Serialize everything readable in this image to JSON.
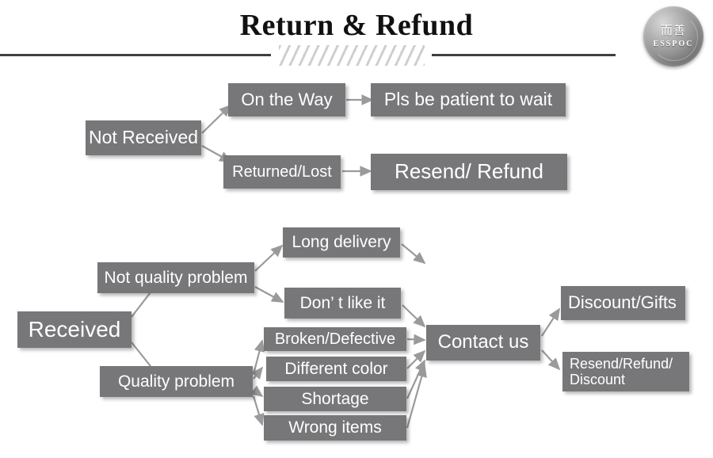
{
  "header": {
    "title": "Return & Refund",
    "logo_cn": "而善",
    "logo_en": "ESSPOC"
  },
  "colors": {
    "node_fill": "#77777a",
    "node_text": "#ffffff",
    "rule": "#3f3f3f",
    "hatch": "#cfcfcf",
    "arrow": "#9a9a9a",
    "page_bg": "#ffffff"
  },
  "diagram": {
    "branch_not_received": {
      "root": "Not Received",
      "steps": [
        {
          "cause": "On the Way",
          "action": "Pls be patient to wait"
        },
        {
          "cause": "Returned/Lost",
          "action": "Resend/ Refund"
        }
      ]
    },
    "branch_received": {
      "root": "Received",
      "categories": [
        {
          "label": "Not quality problem",
          "reasons": [
            "Long delivery",
            "Don’  t like it"
          ]
        },
        {
          "label": "Quality problem",
          "reasons": [
            "Broken/Defective",
            "Different color",
            "Shortage",
            "Wrong items"
          ]
        }
      ],
      "hub": "Contact us",
      "outcomes": [
        "Discount/Gifts",
        "Resend/Refund/\nDiscount"
      ]
    }
  },
  "nodes": {
    "not_received": "Not Received",
    "on_the_way": "On the Way",
    "returned_lost": "Returned/Lost",
    "pls_wait": "Pls be patient to wait",
    "resend_refund": "Resend/ Refund",
    "received": "Received",
    "not_quality_problem": "Not quality problem",
    "quality_problem": "Quality problem",
    "long_delivery": "Long delivery",
    "dont_like_it": "Don’  t like it",
    "broken_defective": "Broken/Defective",
    "different_color": "Different color",
    "shortage": "Shortage",
    "wrong_items": "Wrong items",
    "contact_us": "Contact us",
    "discount_gifts": "Discount/Gifts",
    "resend_refund_discount_line1": "Resend/Refund/",
    "resend_refund_discount_line2": "Discount"
  }
}
